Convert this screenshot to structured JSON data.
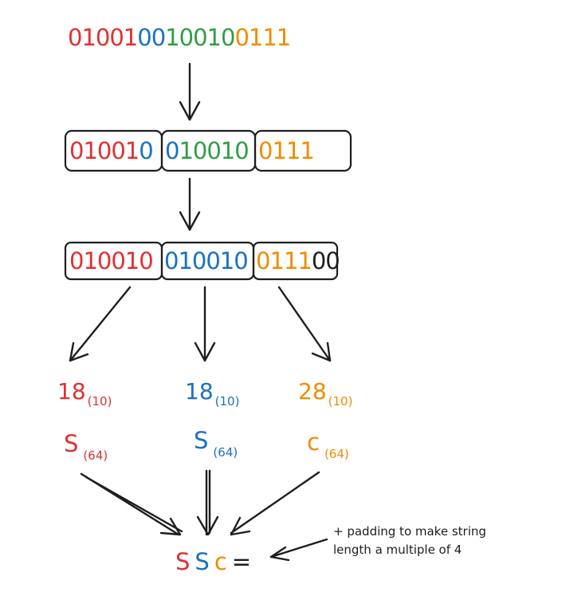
{
  "colors": {
    "red": "#e03131",
    "blue": "#1971c2",
    "green": "#2f9e44",
    "orange": "#f08c00",
    "black": "#1e1e1e"
  },
  "top_bits": [
    {
      "text": "01001",
      "color": "red"
    },
    {
      "text": "00",
      "color": "blue"
    },
    {
      "text": "10010",
      "color": "green"
    },
    {
      "text": "0111",
      "color": "orange"
    }
  ],
  "grouped_row": [
    [
      {
        "text": "01001",
        "color": "red"
      },
      {
        "text": "0",
        "color": "blue"
      }
    ],
    [
      {
        "text": "0",
        "color": "blue"
      },
      {
        "text": "10010",
        "color": "green"
      }
    ],
    [
      {
        "text": "0111",
        "color": "orange"
      }
    ]
  ],
  "padded_row": [
    [
      {
        "text": "010010",
        "color": "red"
      }
    ],
    [
      {
        "text": "010010",
        "color": "blue"
      }
    ],
    [
      {
        "text": "0111",
        "color": "orange"
      },
      {
        "text": "00",
        "color": "black"
      }
    ]
  ],
  "decimals": [
    {
      "value": "18",
      "base": "(10)",
      "color": "red"
    },
    {
      "value": "18",
      "base": "(10)",
      "color": "blue"
    },
    {
      "value": "28",
      "base": "(10)",
      "color": "orange"
    }
  ],
  "base64_chars": [
    {
      "char": "S",
      "base": "(64)",
      "color": "red"
    },
    {
      "char": "S",
      "base": "(64)",
      "color": "blue"
    },
    {
      "char": "c",
      "base": "(64)",
      "color": "orange"
    }
  ],
  "result": [
    {
      "text": "S",
      "color": "red"
    },
    {
      "text": "S",
      "color": "blue"
    },
    {
      "text": "c",
      "color": "orange"
    },
    {
      "text": "=",
      "color": "black"
    }
  ],
  "note_lines": [
    "+ padding to make string",
    "length a multiple of 4"
  ]
}
